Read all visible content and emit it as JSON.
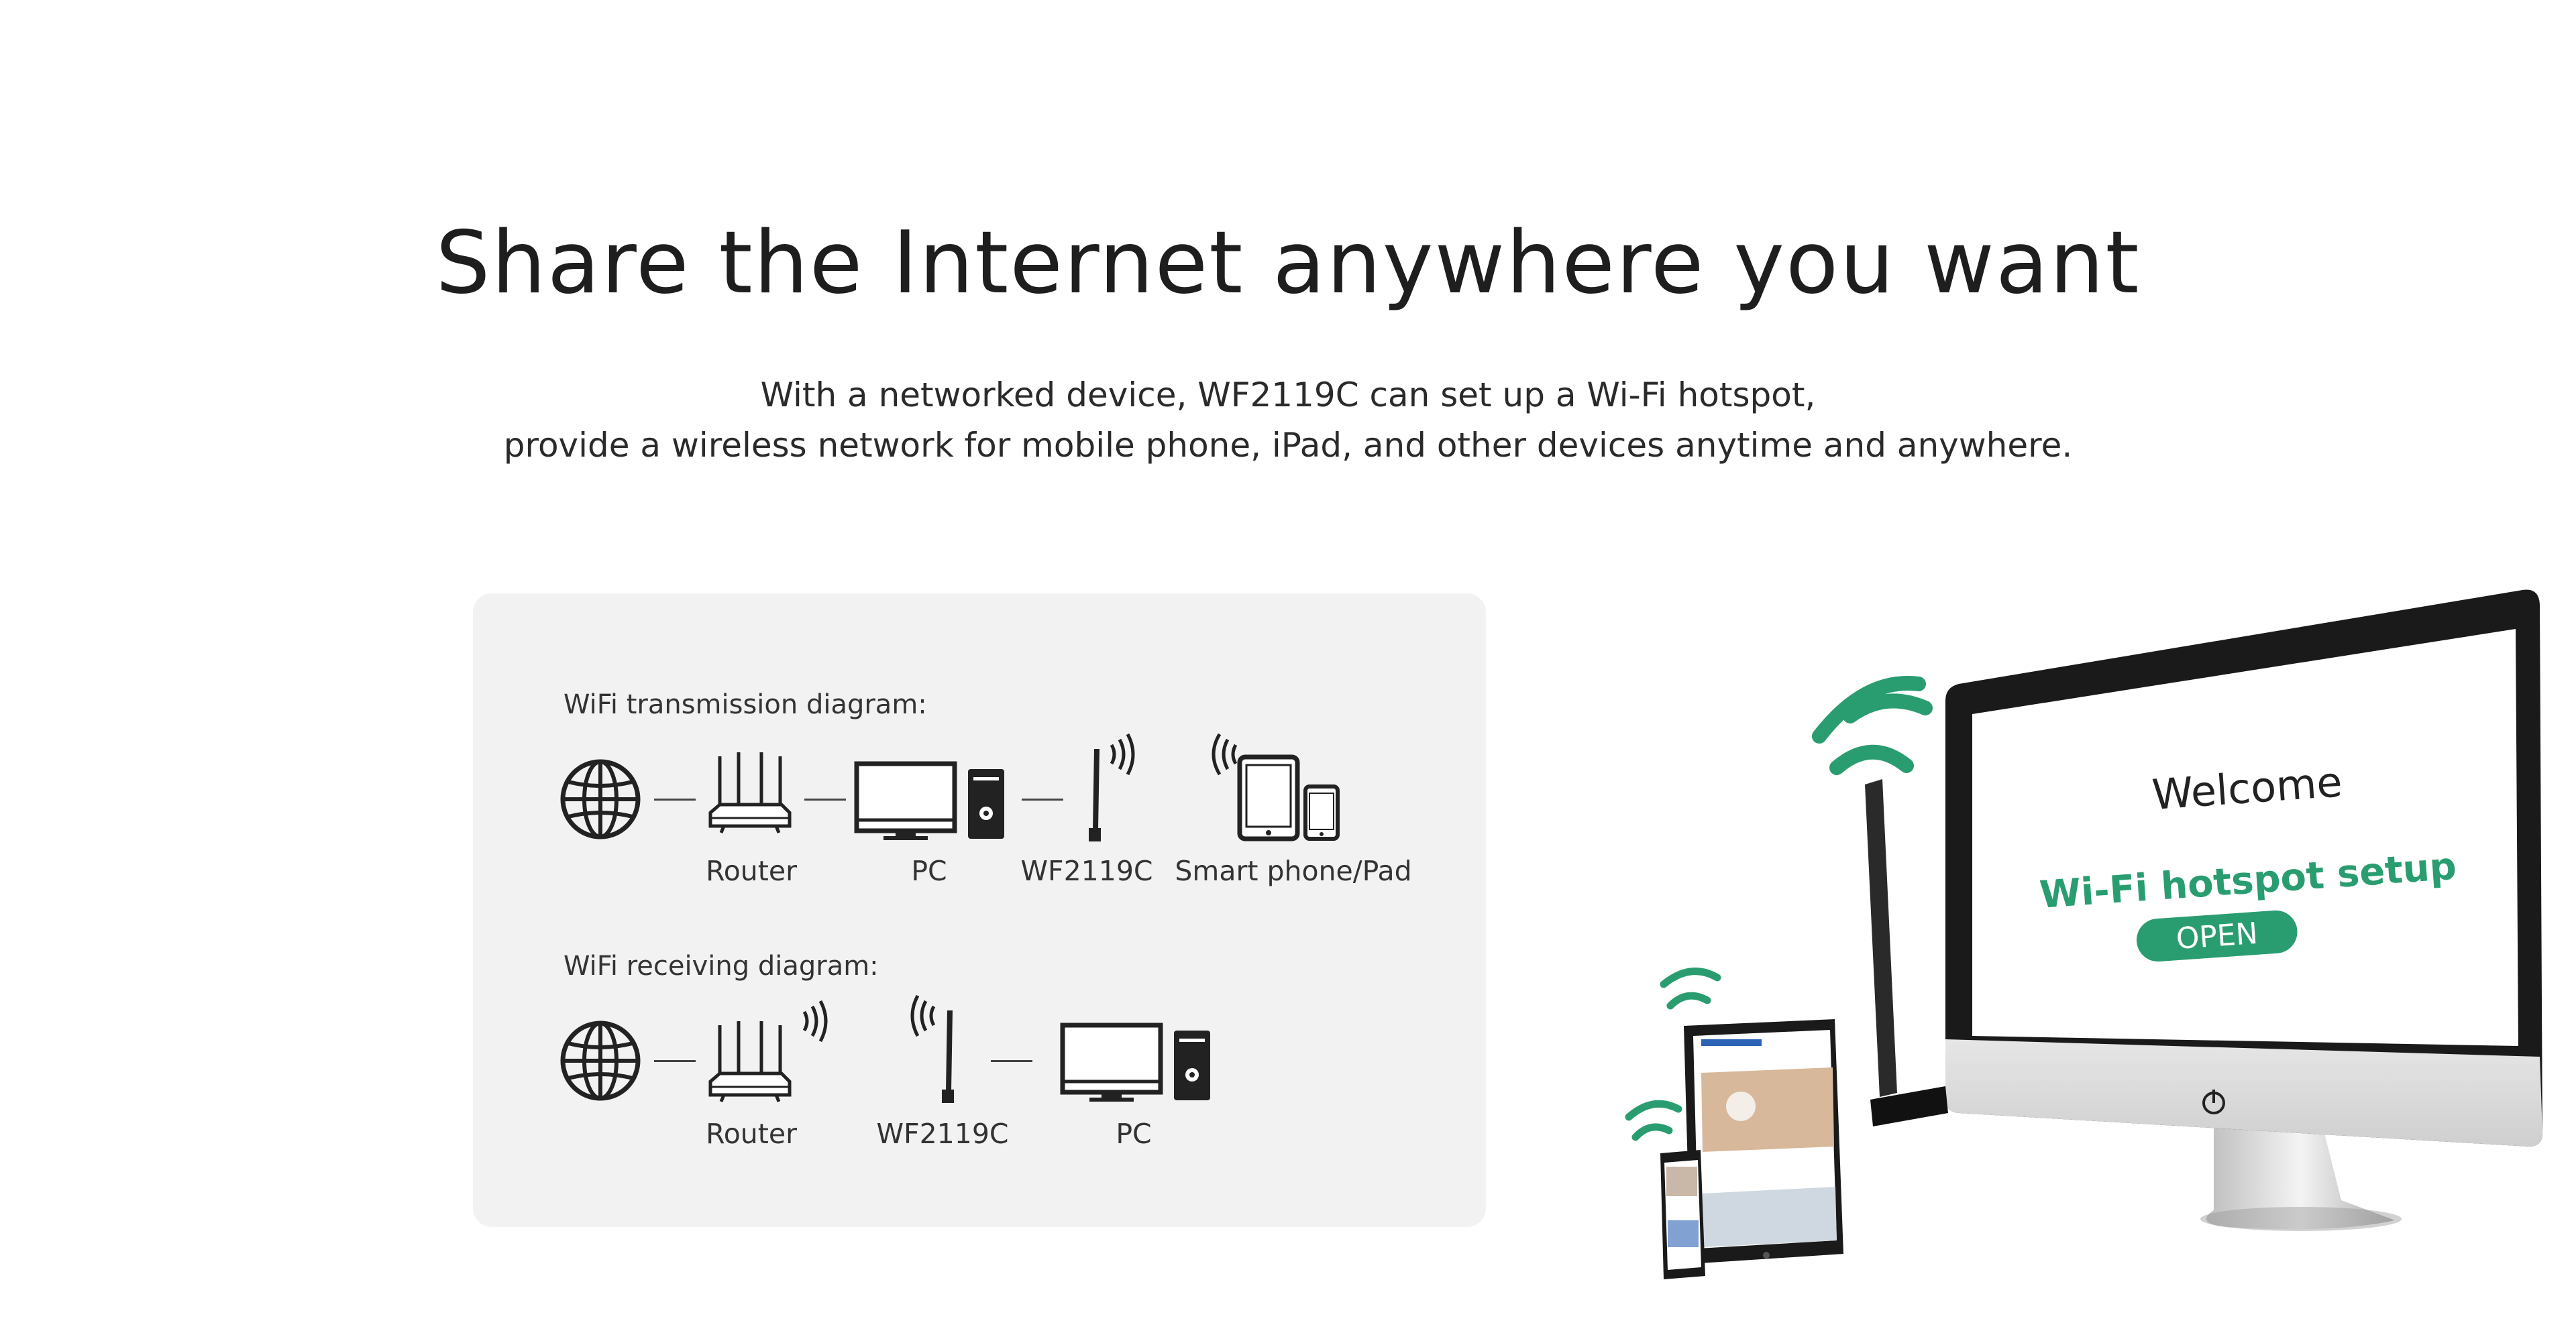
{
  "hero": {
    "title": "Share the Internet anywhere you want",
    "subtitle_line1": "With a networked device, WF2119C can set up a Wi-Fi hotspot,",
    "subtitle_line2": "provide a wireless network for mobile phone, iPad, and other devices anytime and anywhere."
  },
  "transmission": {
    "heading": "WiFi transmission diagram:",
    "devices": [
      {
        "icon": "globe-icon",
        "label": ""
      },
      {
        "icon": "router-icon",
        "label": "Router"
      },
      {
        "icon": "pc-icon",
        "label": "PC"
      },
      {
        "icon": "usb-adapter-icon",
        "label": "WF2119C"
      },
      {
        "icon": "smartphone-tablet-icon",
        "label": "Smart phone/Pad"
      }
    ]
  },
  "receiving": {
    "heading": "WiFi receiving diagram:",
    "devices": [
      {
        "icon": "globe-icon",
        "label": ""
      },
      {
        "icon": "router-icon",
        "label": "Router"
      },
      {
        "icon": "usb-adapter-icon",
        "label": "WF2119C"
      },
      {
        "icon": "pc-icon",
        "label": "PC"
      }
    ]
  },
  "monitor_screen": {
    "welcome": "Welcome",
    "setup": "Wi-Fi hotspot setup",
    "open_button": "OPEN"
  },
  "colors": {
    "accent_green": "#2a9d70",
    "card_bg": "#f2f2f2",
    "icon_dark": "#222222"
  }
}
